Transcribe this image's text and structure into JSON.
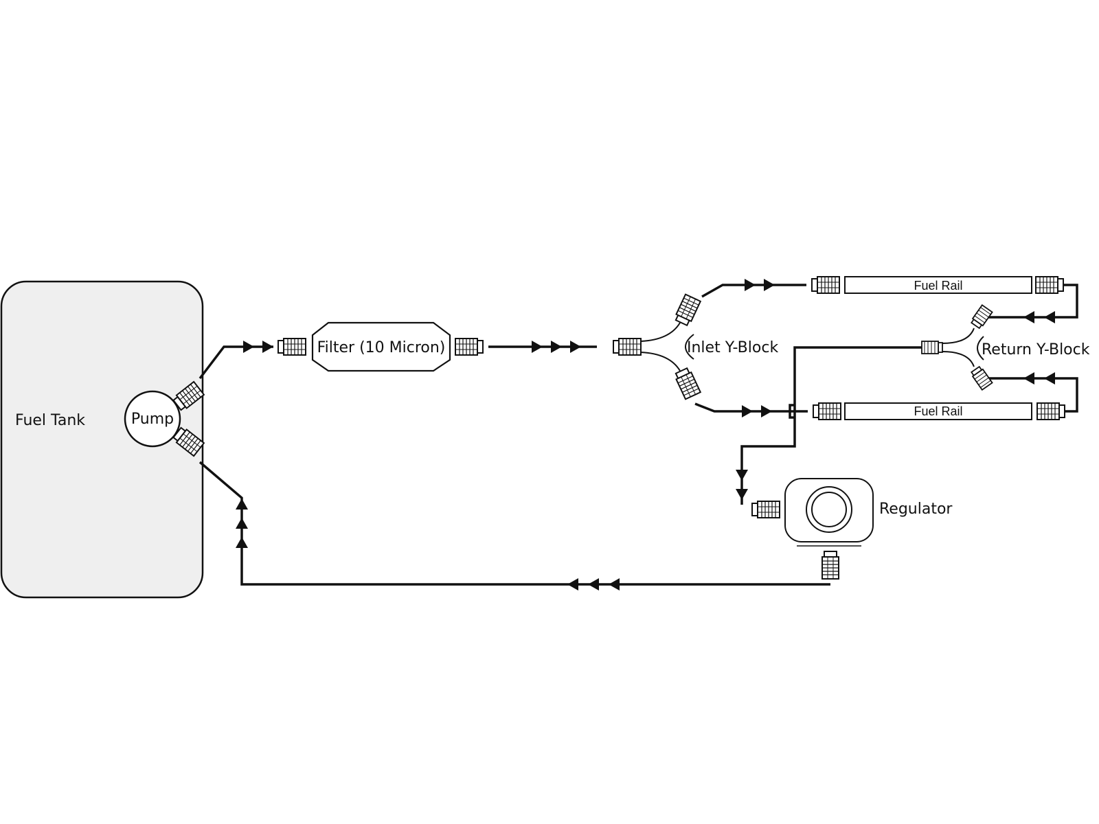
{
  "diagram": {
    "colors": {
      "line": "#111111",
      "tank_fill": "#efefef",
      "background": "#ffffff"
    },
    "labels": {
      "fuel_tank": "Fuel Tank",
      "pump": "Pump",
      "filter": "Filter (10 Micron)",
      "inlet_y_block": "Inlet Y-Block",
      "return_y_block": "Return Y-Block",
      "fuel_rail_top": "Fuel Rail",
      "fuel_rail_bottom": "Fuel Rail",
      "regulator": "Regulator"
    },
    "icons": [
      "fitting-icon",
      "flow-arrow-icon",
      "regulator-dial-icon"
    ]
  }
}
